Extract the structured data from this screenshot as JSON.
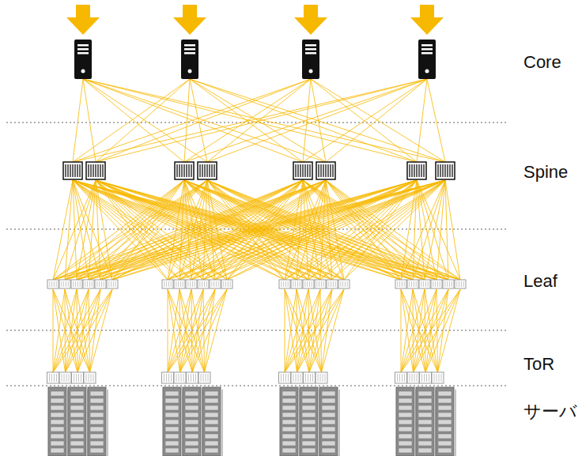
{
  "diagram": {
    "labels": [
      "Core",
      "Spine",
      "Leaf",
      "ToR",
      "サーバ"
    ]
  }
}
